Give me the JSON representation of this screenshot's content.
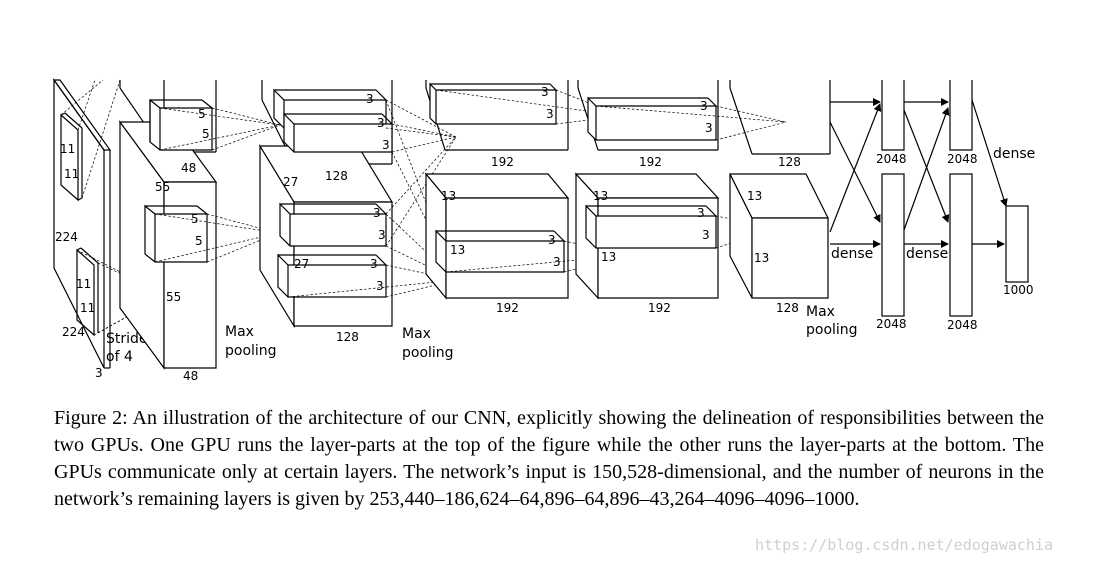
{
  "diagram": {
    "input": {
      "size_h": "224",
      "size_w": "224",
      "depth": "3",
      "kernel_a": "11",
      "kernel_b": "11",
      "kernel_c": "11",
      "kernel_d": "11",
      "stride_line1": "Stride",
      "stride_line2": "of 4"
    },
    "conv1": {
      "size": "55",
      "size_b": "55",
      "depth": "48",
      "depth_b": "48",
      "k_top_a": "5",
      "k_top_b": "5",
      "k_bot_a": "5",
      "k_bot_b": "5"
    },
    "pool1_label_line1": "Max",
    "pool1_label_line2": "pooling",
    "conv2": {
      "size": "27",
      "size_b": "27",
      "depth": "128",
      "depth_b": "128",
      "k": "3"
    },
    "pool2_label_line1": "Max",
    "pool2_label_line2": "pooling",
    "conv3": {
      "size": "13",
      "size_b": "13",
      "depth": "192",
      "depth_b": "192",
      "k": "3"
    },
    "conv4": {
      "size": "13",
      "size_b": "13",
      "depth": "192",
      "depth_b": "192",
      "k": "3"
    },
    "conv5": {
      "size": "13",
      "size_b": "13",
      "depth": "128",
      "depth_b": "128"
    },
    "pool3_label_line1": "Max",
    "pool3_label_line2": "pooling",
    "dense_label": "dense",
    "fc6": {
      "units_top": "2048",
      "units_bottom": "2048"
    },
    "fc7": {
      "units_top": "2048",
      "units_bottom": "2048"
    },
    "output": {
      "units": "1000"
    }
  },
  "caption": {
    "label": "Figure 2:",
    "text": "An illustration of the architecture of our CNN, explicitly showing the delineation of responsibilities between the two GPUs. One GPU runs the layer-parts at the top of the figure while the other runs the layer-parts at the bottom. The GPUs communicate only at certain layers. The network’s input is 150,528-dimensional, and the number of neurons in the network’s remaining layers is given by 253,440–186,624–64,896–64,896–43,264–4096–4096–1000."
  },
  "watermark": "https://blog.csdn.net/edogawachia"
}
